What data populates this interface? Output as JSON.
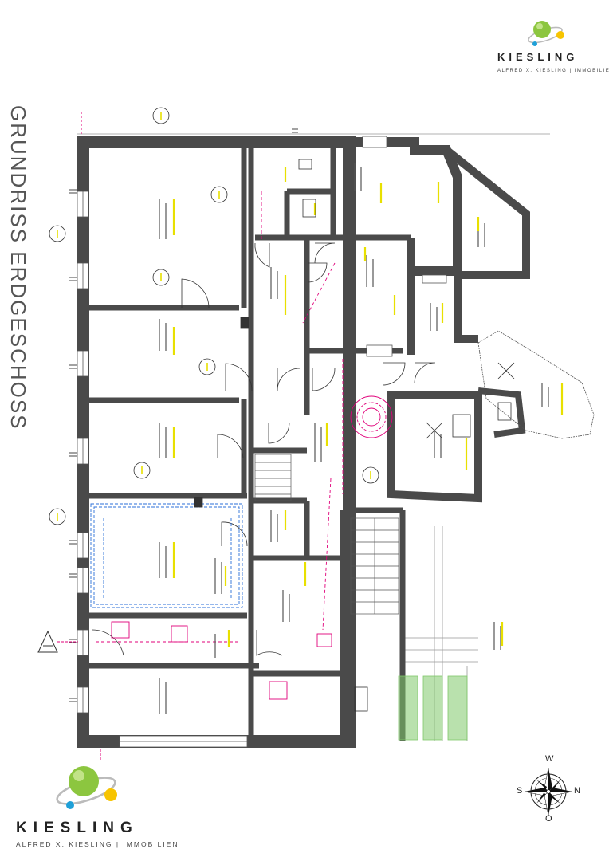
{
  "brand": {
    "name": "KIESLING",
    "tagline": "ALFRED X. KIESLING | IMMOBILIEN"
  },
  "plan": {
    "title": "GRUNDRISS ERDGESCHOSS"
  },
  "compass": {
    "north": "N",
    "south": "S",
    "west": "W",
    "east": "O"
  },
  "colors": {
    "wall": "#4a4a4a",
    "annotation_magenta": "#e0007a",
    "annotation_blue": "#2b6fd8",
    "label_yellow": "#e8e000",
    "planting_green": "#7fc86a",
    "logo_green": "#8cc63f",
    "logo_yellow": "#f7c400",
    "logo_blue": "#1fa0d8"
  }
}
